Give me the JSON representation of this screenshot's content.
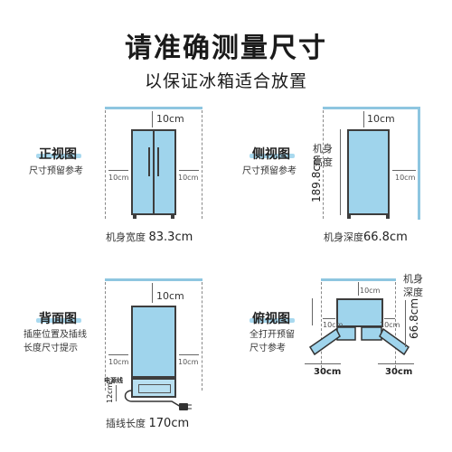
{
  "header": {
    "title": "请准确测量尺寸",
    "subtitle": "以保证冰箱适合放置"
  },
  "front_view": {
    "name": "正视图",
    "desc": "尺寸预留参考",
    "top_gap": "10cm",
    "left_gap": "10cm",
    "right_gap": "10cm",
    "width_label": "机身宽度",
    "width_value": "83.3cm"
  },
  "side_view": {
    "name": "侧视图",
    "desc": "尺寸预留参考",
    "top_gap": "10cm",
    "right_gap": "10cm",
    "height_label_1": "机身",
    "height_label_2": "高度",
    "height_value": "189.8cm",
    "depth_label": "机身深度",
    "depth_value": "66.8cm"
  },
  "back_view": {
    "name": "背面图",
    "desc_1": "插座位置及插线",
    "desc_2": "长度尺寸提示",
    "top_gap": "10cm",
    "left_gap": "10cm",
    "right_gap": "10cm",
    "cord_label": "电源线",
    "socket_height": "12cm",
    "cord_length_label": "插线长度",
    "cord_length_value": "170cm"
  },
  "top_view": {
    "name": "俯视图",
    "desc_1": "全打开预留",
    "desc_2": "尺寸参考",
    "back_gap": "10cm",
    "left_gap": "10cm",
    "right_gap": "10cm",
    "depth_label_1": "机身",
    "depth_label_2": "深度",
    "depth_value": "66.8cm",
    "door_left_gap": "30cm",
    "door_right_gap": "30cm"
  },
  "colors": {
    "fridge_fill": "#9fd4ec",
    "wall": "#8ec6e0",
    "accent_underline": "#a9d9ef"
  }
}
